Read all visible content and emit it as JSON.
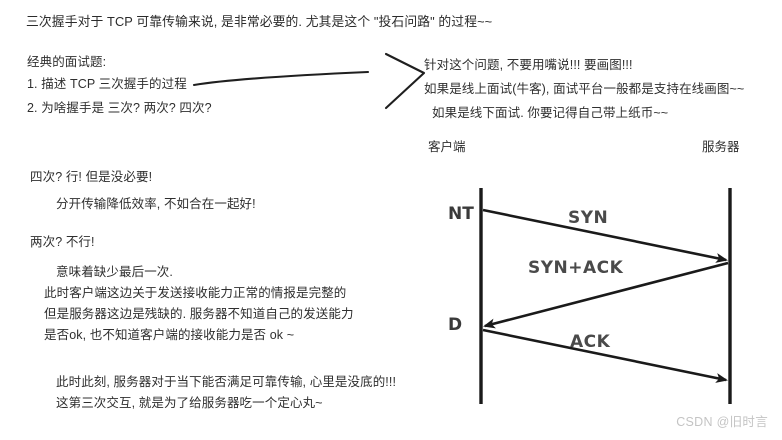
{
  "document": {
    "headline": "三次握手对于 TCP 可靠传输来说, 是非常必要的. 尤其是这个 \"投石问路\" 的过程~~"
  },
  "interview_block": {
    "title": "经典的面试题:",
    "items": [
      "1. 描述 TCP 三次握手的过程",
      "2. 为啥握手是 三次? 两次? 四次?"
    ]
  },
  "advice_block": {
    "lines": [
      "针对这个问题, 不要用嘴说!!! 要画图!!!",
      "如果是线上面试(牛客), 面试平台一般都是支持在线画图~~",
      "如果是线下面试. 你要记得自己带上纸币~~"
    ]
  },
  "four_times_block": {
    "title": "四次? 行! 但是没必要!",
    "body": "分开传输降低效率, 不如合在一起好!"
  },
  "two_times_block": {
    "title": "两次? 不行!",
    "lines": [
      "意味着缺少最后一次.",
      "此时客户端这边关于发送接收能力正常的情报是完整的",
      "但是服务器这边是残缺的. 服务器不知道自己的发送能力",
      "是否ok, 也不知道客户端的接收能力是否 ok ~"
    ]
  },
  "closing_block": {
    "lines": [
      "此时此刻, 服务器对于当下能否满足可靠传输, 心里是没底的!!!",
      "这第三次交互, 就是为了给服务器吃一个定心丸~"
    ]
  },
  "diagram": {
    "client_label": "客户端",
    "server_label": "服务器",
    "edge_glyph_top": "NT",
    "edge_glyph_bottom": "D",
    "messages": [
      {
        "label": "SYN",
        "from": "client",
        "to": "server"
      },
      {
        "label": "SYN+ACK",
        "from": "server",
        "to": "client"
      },
      {
        "label": "ACK",
        "from": "client",
        "to": "server"
      }
    ]
  },
  "watermark": {
    "text": "CSDN @旧时言"
  },
  "colors": {
    "text": "#2f2f2f",
    "diagram_stroke": "#1a1a1a",
    "message_label": "#4a4a4a",
    "watermark": "#c4c4c4",
    "background": "#ffffff"
  }
}
